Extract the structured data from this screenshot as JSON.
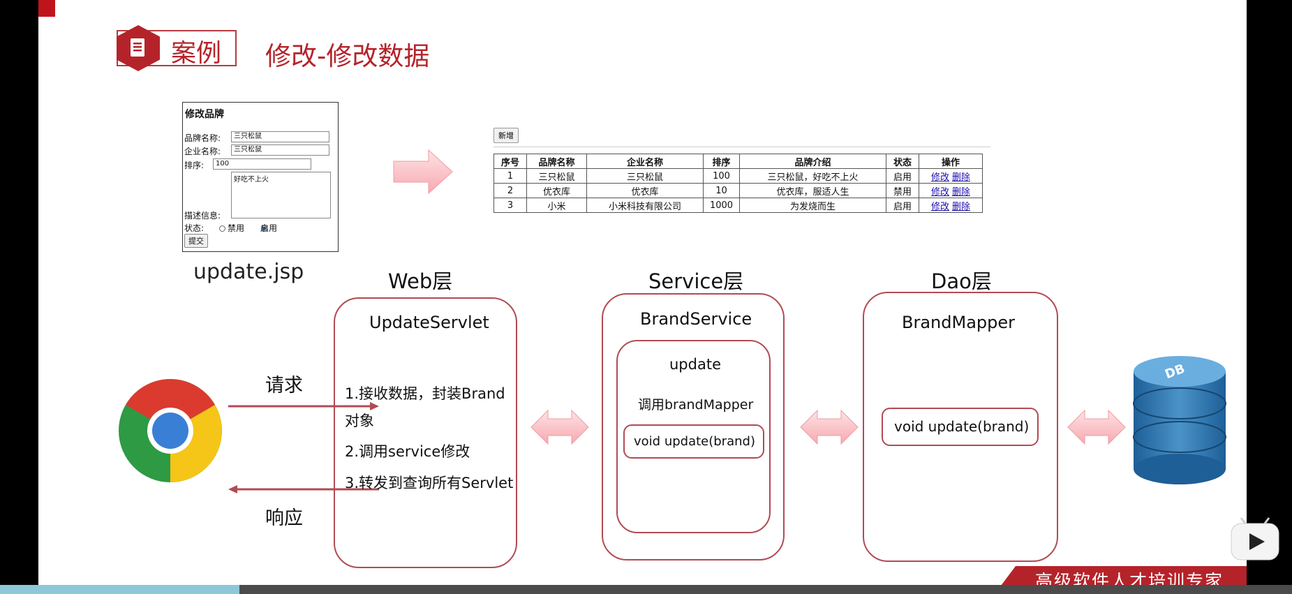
{
  "header": {
    "case_label": "案例",
    "title": "修改-修改数据"
  },
  "form": {
    "title": "修改品牌",
    "brand_label": "品牌名称:",
    "brand_value": "三只松鼠",
    "company_label": "企业名称:",
    "company_value": "三只松鼠",
    "order_label": "排序:",
    "order_value": "100",
    "desc_value": "好吃不上火",
    "desc_label": "描述信息:",
    "status_label": "状态:",
    "status_disabled": "禁用",
    "status_enabled": "启用",
    "submit_label": "提交",
    "file_label": "update.jsp"
  },
  "table": {
    "add_label": "新增",
    "headers": [
      "序号",
      "品牌名称",
      "企业名称",
      "排序",
      "品牌介绍",
      "状态",
      "操作"
    ],
    "rows": [
      [
        "1",
        "三只松鼠",
        "三只松鼠",
        "100",
        "三只松鼠，好吃不上火",
        "启用"
      ],
      [
        "2",
        "优衣库",
        "优衣库",
        "10",
        "优衣库，服适人生",
        "禁用"
      ],
      [
        "3",
        "小米",
        "小米科技有限公司",
        "1000",
        "为发烧而生",
        "启用"
      ]
    ],
    "edit_label": "修改",
    "delete_label": "删除"
  },
  "diagram": {
    "web_layer": "Web层",
    "service_layer": "Service层",
    "dao_layer": "Dao层",
    "servlet_title": "UpdateServlet",
    "servlet_step1_a": "1.接收数据，封装Brand",
    "servlet_step1_b": "对象",
    "servlet_step2": "2.调用service修改",
    "servlet_step3": "3.转发到查询所有Servlet",
    "service_title": "BrandService",
    "service_method": "update",
    "service_call": "调用brandMapper",
    "service_signature": "void update(brand)",
    "mapper_title": "BrandMapper",
    "mapper_signature": "void update(brand)",
    "request_label": "请求",
    "response_label": "响应",
    "db_label": "DB"
  },
  "footer": {
    "slogan": "高级软件人才培训专家"
  },
  "colors": {
    "accent": "#b5232a",
    "box_border": "#b14b54",
    "arrow_fill": "#fcd3d6"
  }
}
